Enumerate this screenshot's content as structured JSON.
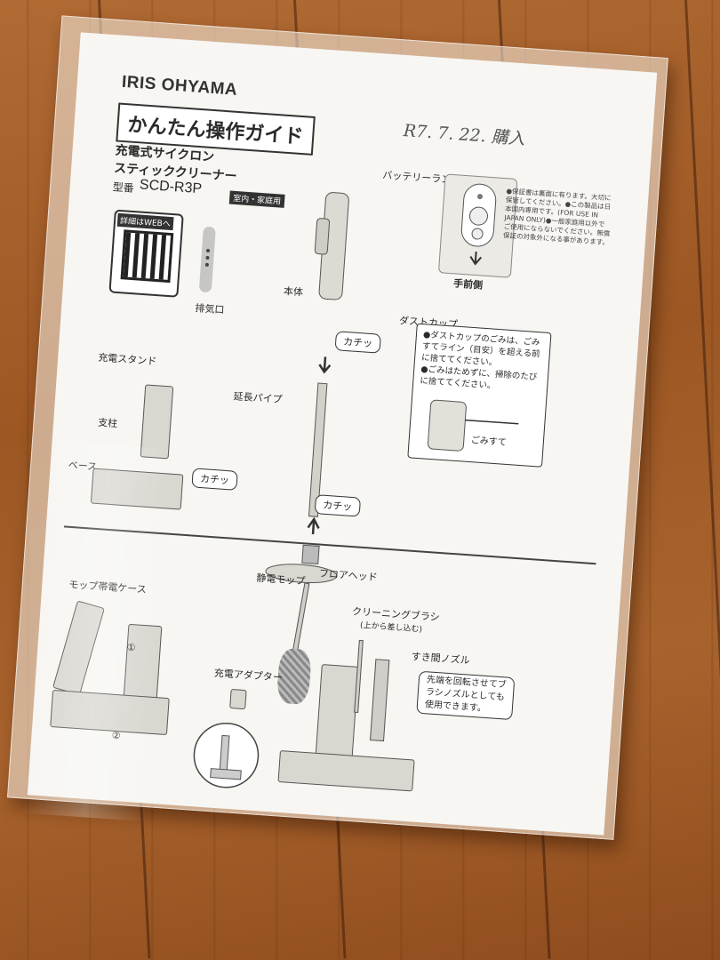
{
  "brand": "IRIS OHYAMA",
  "handwritten_note": "R7. 7. 22. 購入",
  "title": "かんたん操作ガイド",
  "product": {
    "line1": "充電式サイクロン",
    "line2": "スティッククリーナー",
    "model_prefix": "型番",
    "model": "SCD-R3P",
    "usage_badge": "室内・家庭用"
  },
  "qr": {
    "label": "詳細はWEBへ"
  },
  "parts": {
    "battery_lamp": "バッテリーランプ",
    "front_side": "手前側",
    "body": "本体",
    "exhaust": "排気口",
    "dust_cup": "ダストカップ",
    "click1": "カチッ",
    "extension_pipe": "延長パイプ",
    "charging_stand": "充電スタンド",
    "pillar": "支柱",
    "base": "ベース",
    "click2": "カチッ",
    "click3": "カチッ",
    "floor_head": "フロアヘッド",
    "static_mop": "静電モップ",
    "mop_case": "モップ帯電ケース",
    "cleaning_brush": "クリーニングブラシ",
    "cleaning_brush_note": "(上から差し込む)",
    "crevice_nozzle": "すき間ノズル",
    "charger_adapter": "充電アダプター",
    "step1": "①",
    "step2": "②",
    "dump_label": "ごみすて"
  },
  "dust_note": {
    "line1": "●ダストカップのごみは、ごみすてライン（目安）を超える前に捨ててください。",
    "line2": "●ごみはためずに、掃除のたびに捨ててください。"
  },
  "nozzle_note": "先端を回転させてブラシノズルとしても使用できます。",
  "side_notes": "●保証書は裏面に有ります。大切に保管してください。●この製品は日本国内専用です。(FOR USE IN JAPAN ONLY)●一般家庭用以外でご使用にならないでください。無償保証の対象外になる事があります。"
}
